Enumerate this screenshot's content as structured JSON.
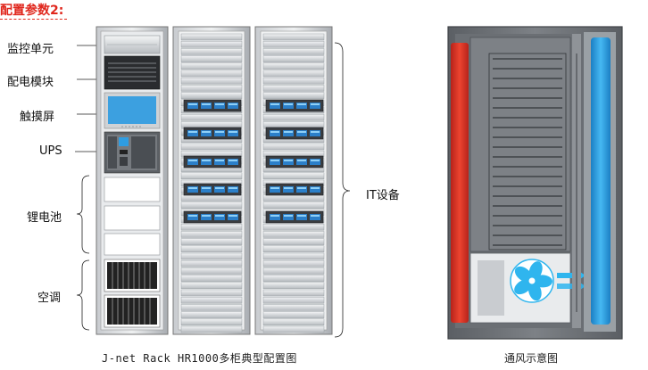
{
  "heading": "配置参数2:",
  "labels": {
    "monitor_unit": "监控单元",
    "pdu_module": "配电模块",
    "touch_screen": "触摸屏",
    "ups": "UPS",
    "lithium_battery": "锂电池",
    "air_conditioner": "空调",
    "it_equipment": "IT设备"
  },
  "captions": {
    "rack_config": "J-net Rack HR1000多柜典型配置图",
    "airflow": "通风示意图"
  },
  "colors": {
    "hot_air": "#e23a28",
    "cold_air": "#2e9ee0",
    "fan": "#2fb5ee",
    "rack_frame": "#8a8f96",
    "rack_panel": "#d9dbde",
    "touch_screen": "#3ca0e0"
  }
}
